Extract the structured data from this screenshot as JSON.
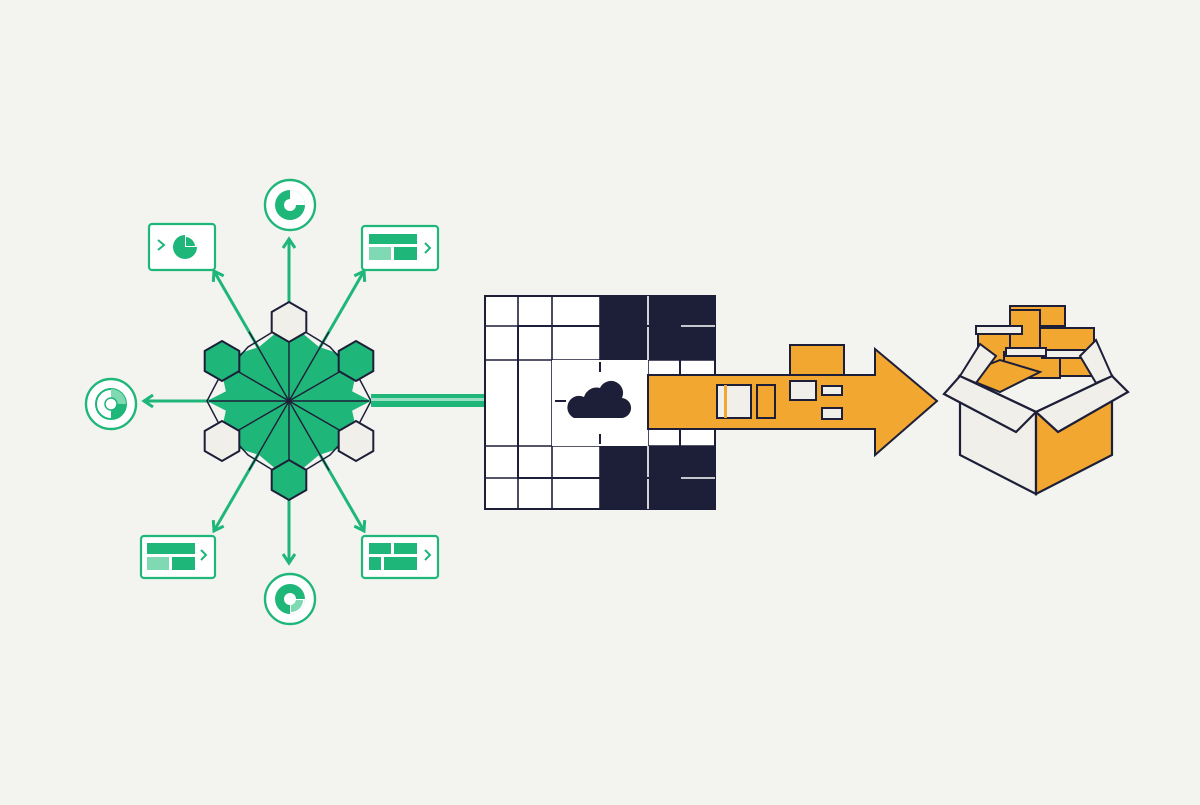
{
  "colors": {
    "background": "#f3f3f0",
    "green": "#1fb67a",
    "green_light": "#7fd9b2",
    "green_pale": "#ffffff",
    "navy": "#1d1f38",
    "orange": "#f2a731",
    "box_face": "#f1efe9",
    "outline": "#1d1f38",
    "cream": "#f1efe9"
  },
  "hub": {
    "spokes": 12,
    "satellites": [
      {
        "kind": "pie-chart-card",
        "icon": "pie-chart-icon"
      },
      {
        "kind": "circle-chart-badge",
        "icon": "donut-chart-icon"
      },
      {
        "kind": "table-card",
        "icon": "table-icon"
      },
      {
        "kind": "circle-chart-badge",
        "icon": "donut-chart-icon"
      },
      {
        "kind": "table-card",
        "icon": "table-icon"
      },
      {
        "kind": "circle-chart-badge",
        "icon": "donut-chart-icon"
      },
      {
        "kind": "table-card",
        "icon": "table-icon"
      }
    ]
  },
  "grid": {
    "icon": "cloud-icon"
  },
  "arrow": {
    "icon": "right-arrow-icon"
  },
  "package": {
    "icon": "open-box-icon"
  }
}
